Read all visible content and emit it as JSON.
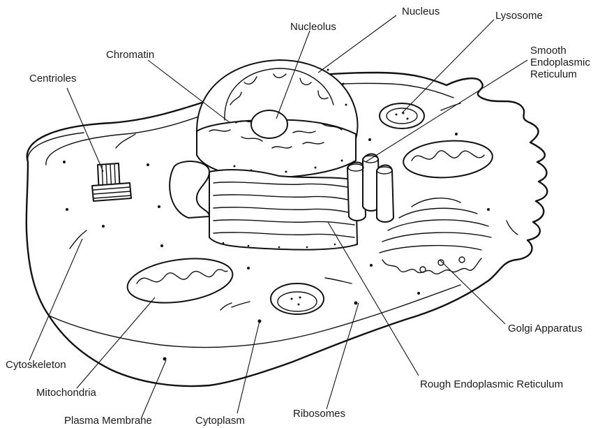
{
  "labels": {
    "nucleus": "Nucleus",
    "lysosome": "Lysosome",
    "nucleolus": "Nucleolus",
    "smooth_er": [
      "Smooth",
      "Endoplasmic",
      "Reticulum"
    ],
    "chromatin": "Chromatin",
    "centrioles": "Centrioles",
    "golgi": "Golgi Apparatus",
    "cytoskeleton": "Cytoskeleton",
    "rough_er": "Rough Endoplasmic Reticulum",
    "mitochondria": "Mitochondria",
    "ribosomes": "Ribosomes",
    "plasma_membrane": "Plasma Membrane",
    "cytoplasm": "Cytoplasm"
  }
}
